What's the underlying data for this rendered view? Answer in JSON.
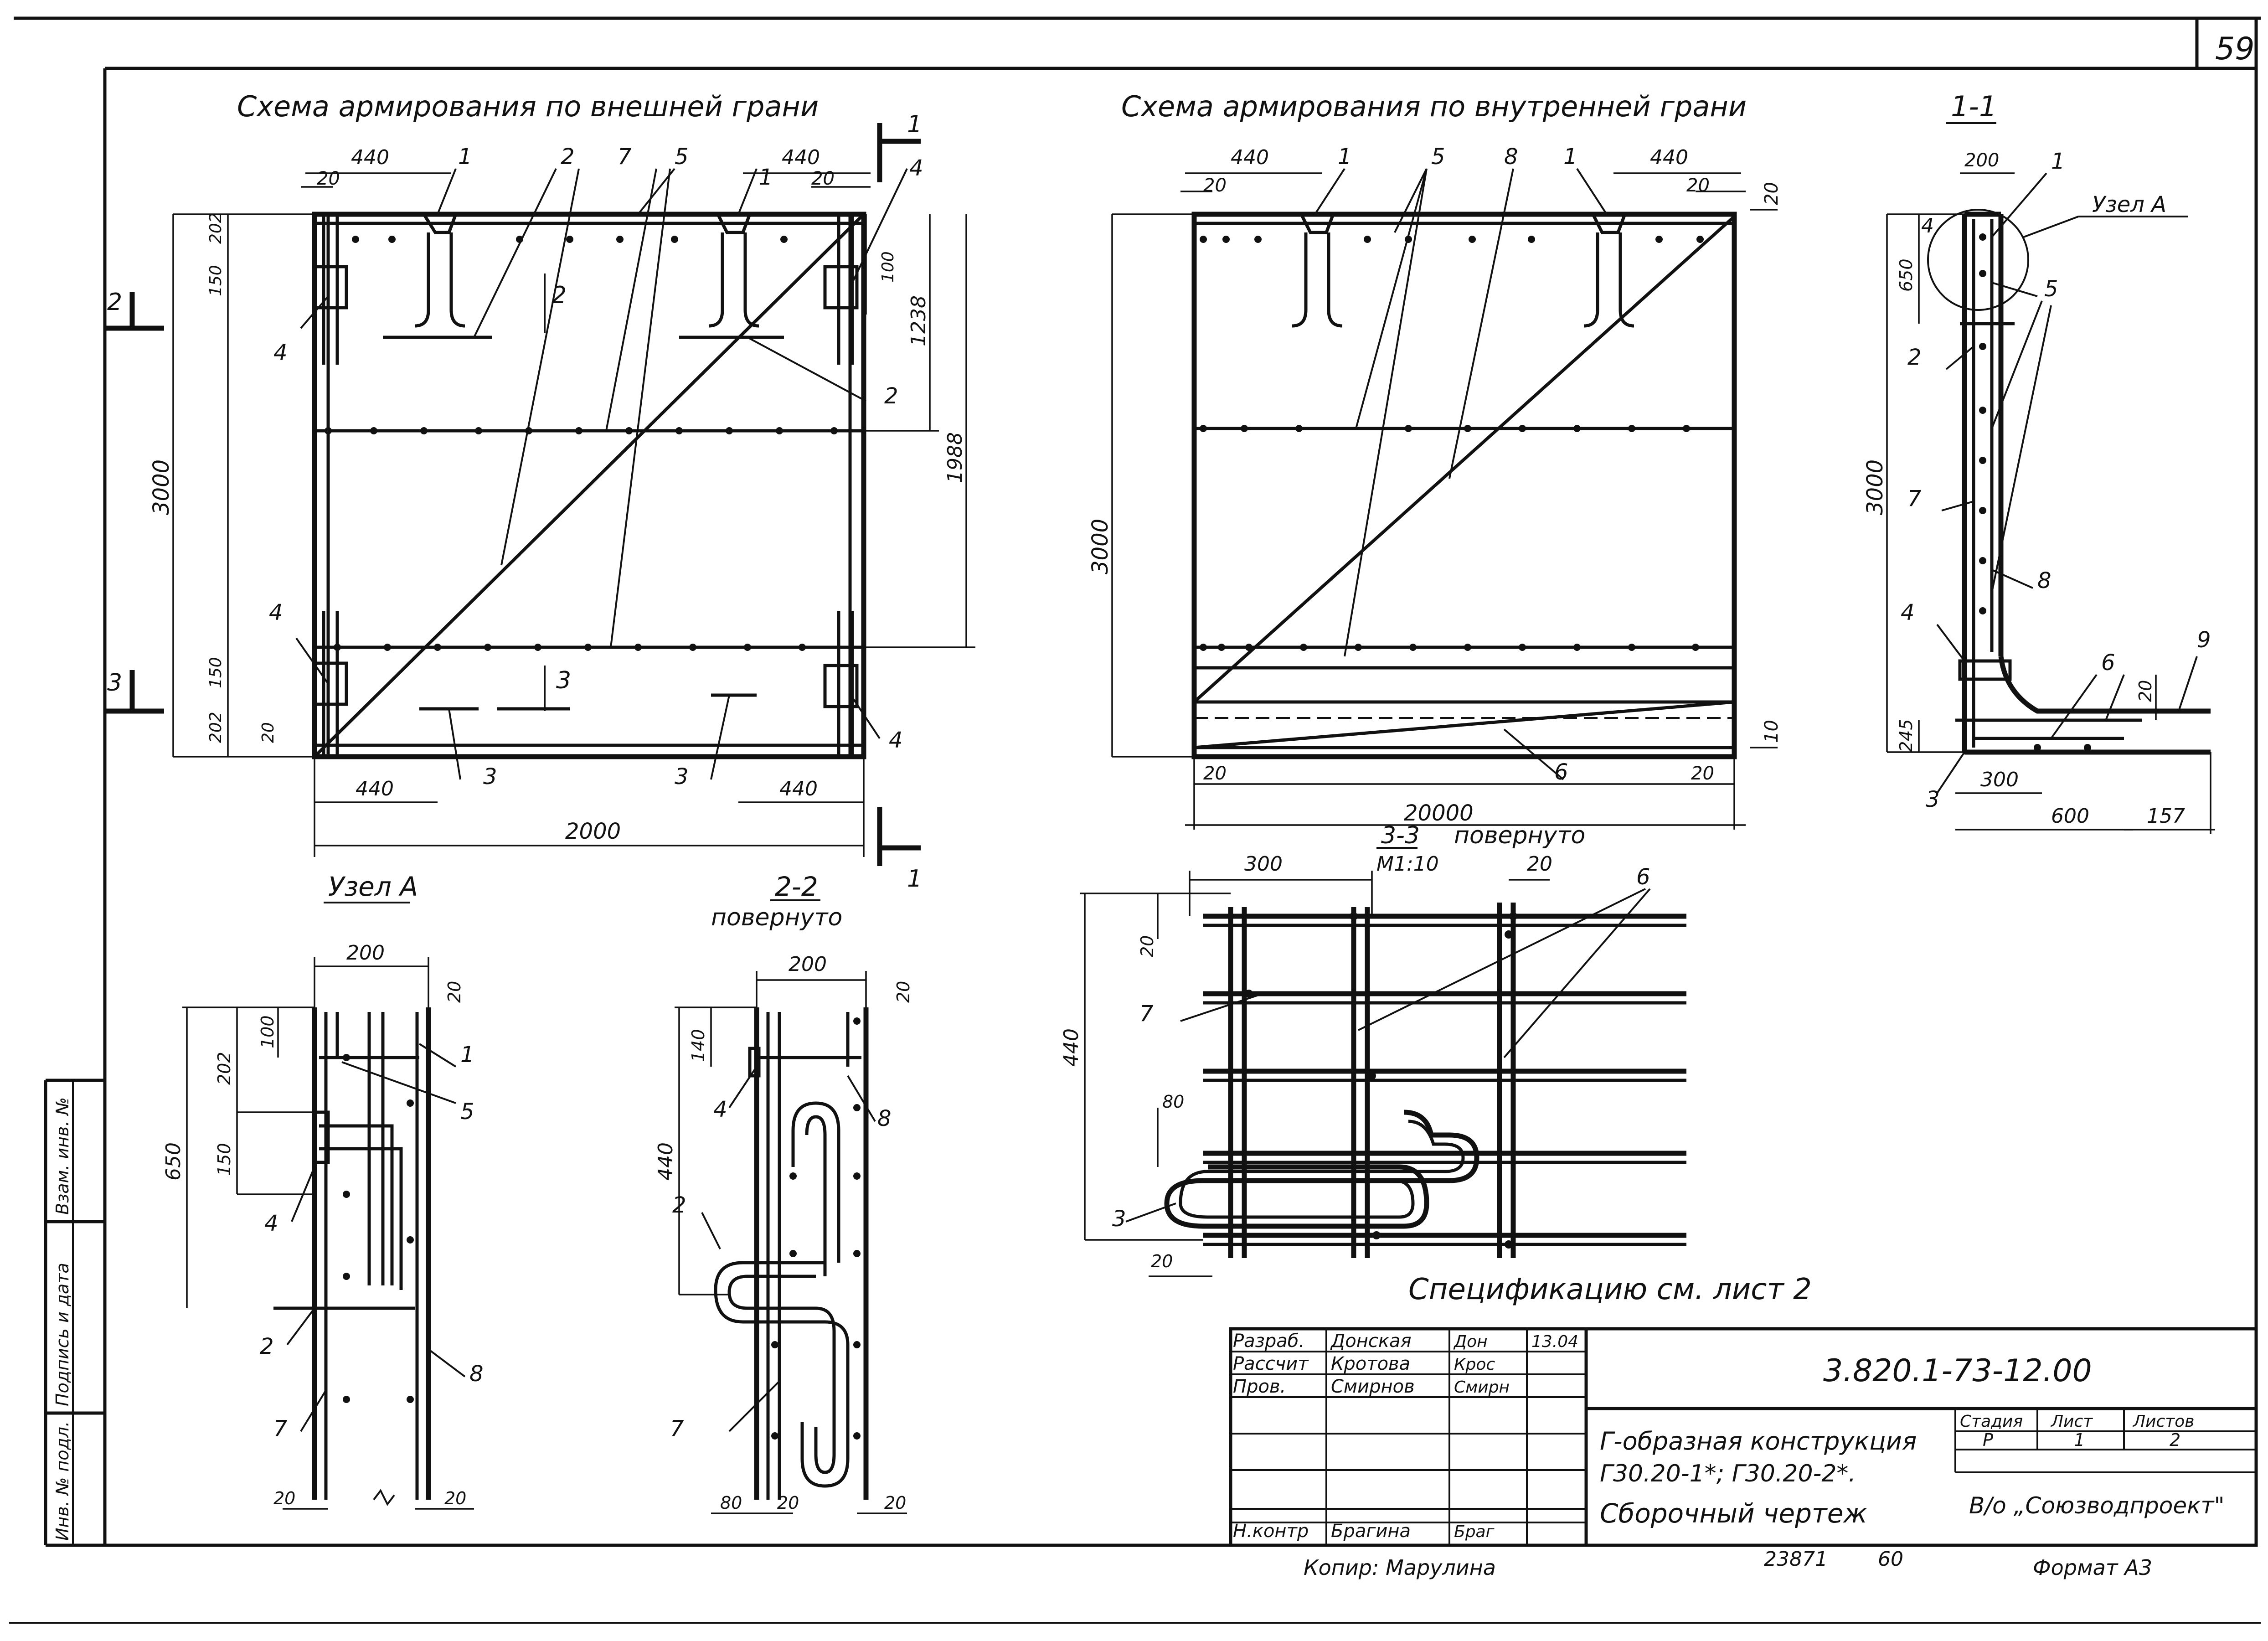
{
  "page_number": "59",
  "titles": {
    "outer_face": "Схема армирования по внешней грани",
    "inner_face": "Схема армирования по внутренней грани",
    "section_1_1": "1-1",
    "node_a": "Узел А",
    "section_2_2": "2-2",
    "section_2_2_note": "повернуто",
    "section_3_3": "3-3",
    "section_3_3_note": "повернуто",
    "section_3_3_scale": "М1:10",
    "spec_note": "Спецификацию см. лист 2"
  },
  "outer_view": {
    "dims": [
      "440",
      "20",
      "440",
      "20",
      "202",
      "150",
      "3000",
      "100",
      "1238",
      "1988",
      "150",
      "202",
      "20",
      "440",
      "440",
      "2000"
    ],
    "cut_marks": [
      "1",
      "1",
      "2",
      "2",
      "3",
      "3"
    ],
    "callouts": [
      "1",
      "2",
      "7",
      "5",
      "1",
      "4",
      "4",
      "2",
      "4",
      "3",
      "3",
      "4"
    ]
  },
  "inner_view": {
    "dims": [
      "440",
      "20",
      "440",
      "20",
      "20",
      "3000",
      "20",
      "20000",
      "20",
      "10"
    ],
    "callouts": [
      "1",
      "5",
      "8",
      "1",
      "6"
    ]
  },
  "section_1_1": {
    "dims": [
      "200",
      "650",
      "3000",
      "245",
      "300",
      "600",
      "157",
      "20"
    ],
    "callouts": [
      "1",
      "4",
      "Узел А",
      "5",
      "2",
      "7",
      "8",
      "4",
      "6",
      "9",
      "3"
    ]
  },
  "node_a": {
    "dims": [
      "200",
      "20",
      "100",
      "202",
      "650",
      "150",
      "20",
      "20"
    ],
    "callouts": [
      "1",
      "5",
      "4",
      "2",
      "8",
      "7"
    ]
  },
  "section_2_2": {
    "dims": [
      "200",
      "20",
      "140",
      "440",
      "80",
      "20",
      "20"
    ],
    "callouts": [
      "4",
      "8",
      "2",
      "7"
    ]
  },
  "section_3_3": {
    "dims": [
      "300",
      "20",
      "20",
      "440",
      "80",
      "20"
    ],
    "callouts": [
      "6",
      "7",
      "3"
    ]
  },
  "side_stamp": {
    "labels": [
      "Взам. инв. №",
      "Подпись и дата",
      "Инв. № подл."
    ]
  },
  "title_block": {
    "rows": [
      {
        "role": "Разраб.",
        "name": "Донская",
        "sign": "Дон",
        "date": "13.04"
      },
      {
        "role": "Рассчит",
        "name": "Кротова",
        "sign": "Крос",
        "date": ""
      },
      {
        "role": "Пров.",
        "name": "Смирнов",
        "sign": "Смирн",
        "date": ""
      },
      {
        "role": "",
        "name": "",
        "sign": "",
        "date": ""
      },
      {
        "role": "",
        "name": "",
        "sign": "",
        "date": ""
      },
      {
        "role": "",
        "name": "",
        "sign": "",
        "date": ""
      },
      {
        "role": "Н.контр",
        "name": "Брагина",
        "sign": "Браг",
        "date": ""
      }
    ],
    "code": "3.820.1-73-12.00",
    "description_line1": "Г-образная конструкция",
    "description_line2": "Г30.20-1*; Г30.20-2*.",
    "description_line3": "Сборочный чертеж",
    "stage_label": "Стадия",
    "stage_value": "Р",
    "sheet_label": "Лист",
    "sheet_value": "1",
    "sheets_label": "Листов",
    "sheets_value": "2",
    "organization": "В/о „Союзводпроект\""
  },
  "footer": {
    "copier": "Копир: Марулина",
    "number": "23871",
    "sheet": "60",
    "format": "Формат А3"
  }
}
